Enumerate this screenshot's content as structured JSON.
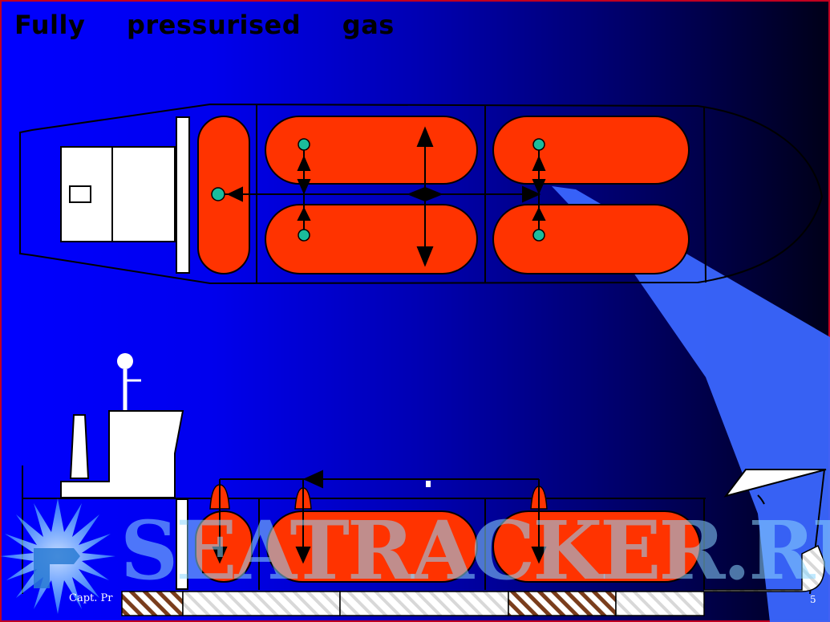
{
  "slide": {
    "title": "Fully pressurised gas",
    "footer_left": "Capt. Pr",
    "footer_right": "5"
  },
  "watermark": {
    "text": "SEATRACKER.RU"
  },
  "colors": {
    "background_left": "#0000ff",
    "background_right": "#000018",
    "tank": "#ff3300",
    "tank_outline": "#000000",
    "deckhouse": "#ffffff",
    "valve": "#1abc9c",
    "highlight_beam": "#3366ff",
    "watermark": "#8cd7ff"
  },
  "icons": {
    "pipe_arrow": "arrowhead",
    "valve": "teal-dot",
    "safety_valve": "red-dome",
    "logo": "sunburst-star"
  }
}
